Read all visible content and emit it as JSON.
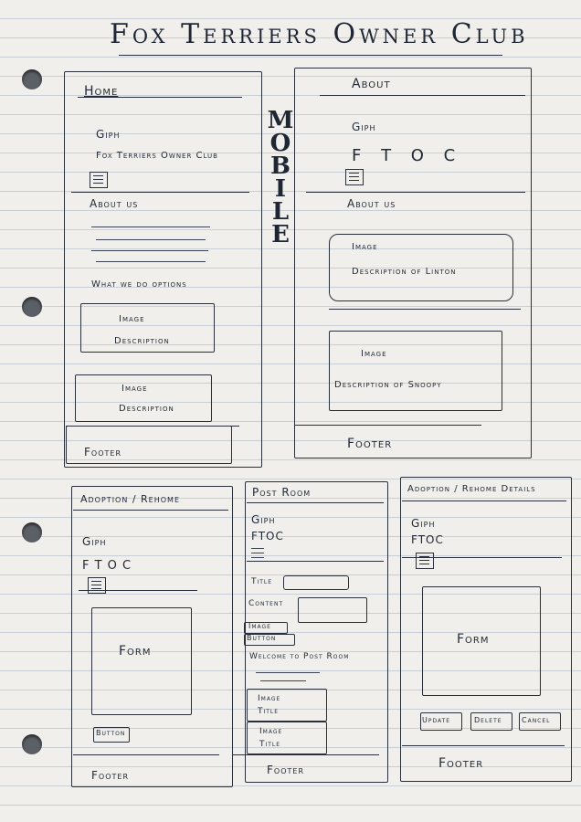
{
  "title": "Fox Terriers Owner Club",
  "mobile_label": "MOBILE",
  "home": {
    "heading": "Home",
    "giph": "Giph",
    "site_name": "Fox Terriers Owner Club",
    "about_heading": "About us",
    "what_we_do": "What we do options",
    "card1_l1": "Image",
    "card1_l2": "Description",
    "card2_l1": "Image",
    "card2_l2": "Description",
    "footer": "Footer"
  },
  "about": {
    "heading": "About",
    "giph": "Giph",
    "short_name": "F T O C",
    "about_heading": "About us",
    "card1_l1": "Image",
    "card1_l2": "Description of Linton",
    "card2_l1": "Image",
    "card2_l2": "Description of Snoopy",
    "footer": "Footer"
  },
  "adoption": {
    "heading": "Adoption / Rehome",
    "giph": "Giph",
    "short_name": "F T O C",
    "form": "Form",
    "button": "Button",
    "footer": "Footer"
  },
  "post": {
    "heading": "Post Room",
    "giph": "Giph",
    "short_name": "FTOC",
    "title_label": "Title",
    "content_label": "Content",
    "image_button": "Image",
    "button": "Button",
    "welcome": "Welcome to Post Room",
    "card_l1": "Image",
    "card_l2": "Title",
    "card2_l1": "Image",
    "card2_l2": "Title",
    "footer": "Footer"
  },
  "details": {
    "heading": "Adoption / Rehome Details",
    "giph": "Giph",
    "short_name": "FTOC",
    "form": "Form",
    "update": "Update",
    "delete": "Delete",
    "cancel": "Cancel",
    "footer": "Footer"
  }
}
